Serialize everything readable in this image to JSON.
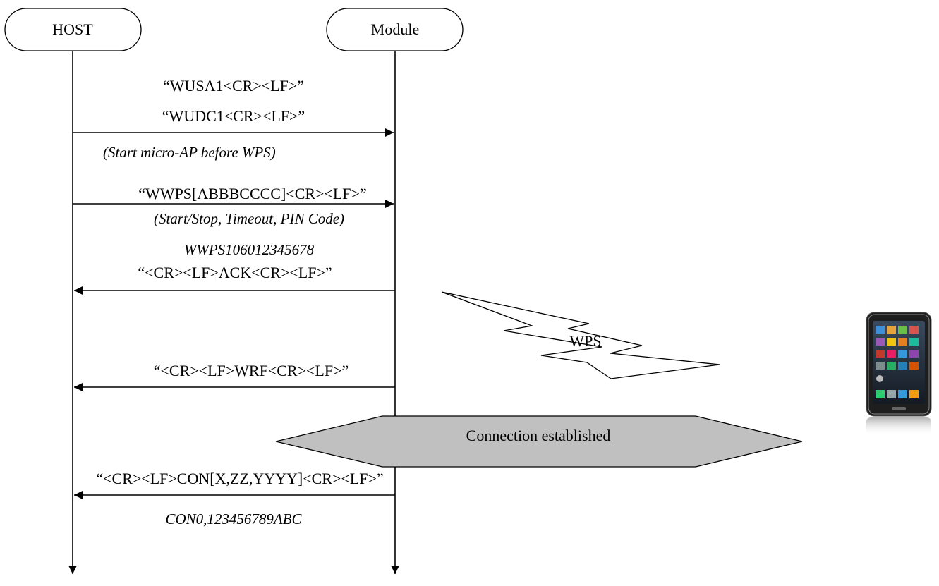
{
  "lifelines": {
    "host": {
      "label": "HOST"
    },
    "module": {
      "label": "Module"
    }
  },
  "messages": {
    "wusa": {
      "text": "“WUSA1<CR><LF>”"
    },
    "wudc": {
      "text": "“WUDC1<CR><LF>”"
    },
    "wudc_note": {
      "text": "(Start micro-AP before WPS)"
    },
    "wwps": {
      "text": "“WWPS[ABBBCCCC]<CR><LF>”"
    },
    "wwps_note": {
      "text": "(Start/Stop, Timeout, PIN Code)"
    },
    "wwps_example": {
      "text": "WWPS106012345678"
    },
    "ack": {
      "text": "“<CR><LF>ACK<CR><LF>”"
    },
    "wrf": {
      "text": "“<CR><LF>WRF<CR><LF>”"
    },
    "con": {
      "text": "“<CR><LF>CON[X,ZZ,YYYY]<CR><LF>”"
    },
    "con_example": {
      "text": "CON0,123456789ABC"
    }
  },
  "wps_bolt": {
    "label": "WPS"
  },
  "connection_banner": {
    "label": "Connection established",
    "fill": "#c0c0c0"
  },
  "colors": {
    "line": "#000000",
    "phone_body": "#1e1e1e",
    "phone_screen": "#2a2f3a"
  },
  "icons": {
    "device": "smartphone-icon"
  }
}
